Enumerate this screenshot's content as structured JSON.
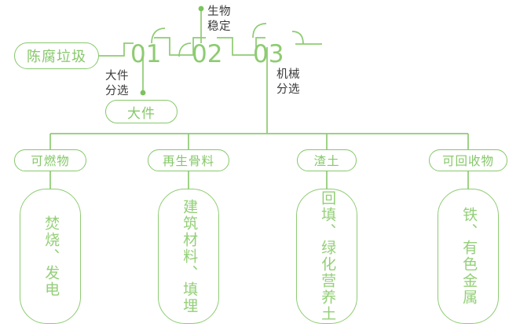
{
  "theme": {
    "line_color": "#8ecb72",
    "pill_border": "#86c86a",
    "pill_text": "#86c86a",
    "box_border": "#8ecb72",
    "box_text": "#93cf77",
    "caption_text": "#3a3a3a",
    "background": "#ffffff",
    "dot_color": "#7cc35e"
  },
  "flow": {
    "input_node": {
      "label": "陈腐垃圾"
    },
    "stages": [
      {
        "id": "stage-01",
        "number": "01",
        "caption": "大件\n分选",
        "caption_side": "below"
      },
      {
        "id": "stage-02",
        "number": "02",
        "caption": "生物\n稳定",
        "caption_side": "above"
      },
      {
        "id": "stage-03",
        "number": "03",
        "caption": "机械\n分选",
        "caption_side": "below"
      }
    ],
    "side_output": {
      "label": "大件"
    }
  },
  "outputs": [
    {
      "id": "output-combustible",
      "pill": "可燃物",
      "detail": "焚烧、发电"
    },
    {
      "id": "output-aggregate",
      "pill": "再生骨料",
      "detail": "建筑材料、填埋"
    },
    {
      "id": "output-slag",
      "pill": "渣土",
      "detail": "回填、绿化营养土"
    },
    {
      "id": "output-recyclable",
      "pill": "可回收物",
      "detail": "铁、有色金属"
    }
  ]
}
